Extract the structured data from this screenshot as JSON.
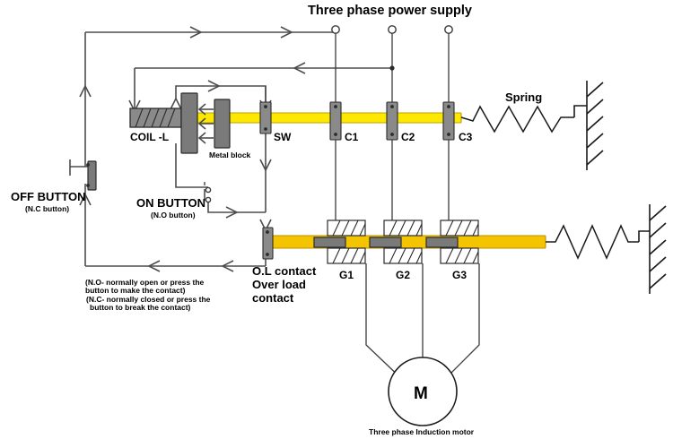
{
  "diagram": {
    "title": "Three phase power supply",
    "motor_caption": "Three phase Induction motor",
    "motor_symbol": "M"
  },
  "labels": {
    "coil": "COIL -L",
    "metal_block": "Metal block",
    "sw": "SW",
    "c1": "C1",
    "c2": "C2",
    "c3": "C3",
    "g1": "G1",
    "g2": "G2",
    "g3": "G3",
    "spring": "Spring",
    "off_button": "OFF BUTTON",
    "off_button_sub": "(N.C button)",
    "on_button": "ON BUTTON",
    "on_button_sub": "(N.O button)",
    "ol_line1": "O.L contact",
    "ol_line2": "Over load",
    "ol_line3": "contact"
  },
  "notes": {
    "line1": "(N.O- normally open or press the",
    "line2": "button to make the contact)",
    "line3": "(N.C- normally closed or press the",
    "line4": "button to break the contact)"
  },
  "colors": {
    "rod": "#f5c400",
    "rod_bright": "#ffe800",
    "block": "#7a7a7a",
    "wire": "#4d4d4d",
    "ink": "#1a1a1a",
    "background": "#ffffff"
  }
}
